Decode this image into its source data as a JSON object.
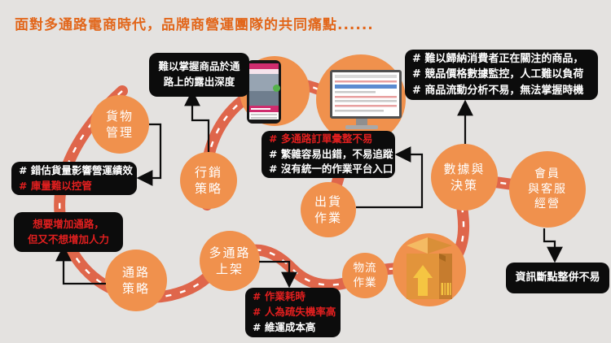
{
  "title": "面對多通路電商時代，品牌商營運團隊的共同痛點......",
  "colors": {
    "background": "#e4e2e0",
    "circle_orange": "#f0914d",
    "road_orange": "#df664b",
    "title_orange": "#e2661a",
    "callout_black": "#0c0c0c",
    "emphasis_red": "#e21f1f",
    "text_white": "#ffffff"
  },
  "nodes": {
    "cargo": {
      "line1": "貨物",
      "line2": "管理"
    },
    "marketing": {
      "line1": "行銷",
      "line2": "策略"
    },
    "channel": {
      "line1": "通路",
      "line2": "策略"
    },
    "listing": {
      "line1": "多通路",
      "line2": "上架"
    },
    "shipping": {
      "line1": "出貨",
      "line2": "作業"
    },
    "logistics": {
      "line1": "物流",
      "line2": "作業"
    },
    "data": {
      "line1": "數據與",
      "line2": "決策"
    },
    "member": {
      "line1": "會員",
      "line2": "與客服",
      "line3": "經營"
    }
  },
  "callouts": {
    "exposure": {
      "line1": "難以掌握商品於通",
      "line2": "路上的露出深度"
    },
    "insight": {
      "line1": "# 難以歸納消費者正在關注的商品，",
      "line2": "# 競品價格數據監控，人工難以負荷",
      "line3": "# 商品流動分析不易，無法掌握時機"
    },
    "orders": {
      "line1": "# 多通路訂單彙整不易",
      "line2": "# 繁雜容易出錯，不易追蹤",
      "line3": "# 沒有統一的作業平台入口"
    },
    "inventory": {
      "line1": "# 錯估貨量影響營運績效",
      "line2": "# 庫量難以控管"
    },
    "manpower": {
      "line1": "想要增加通路，",
      "line2": "但又不想增加人力"
    },
    "operations": {
      "line1": "# 作業耗時",
      "line2": "# 人為疏失機率高",
      "line3": "# 維運成本高"
    },
    "integration": {
      "line1": "資訊斷點整併不易"
    }
  },
  "images": {
    "phone": "shopping-app-phone-screenshot",
    "monitor": "order-dashboard-monitor-screenshot",
    "package": "cardboard-package-box-icon"
  }
}
